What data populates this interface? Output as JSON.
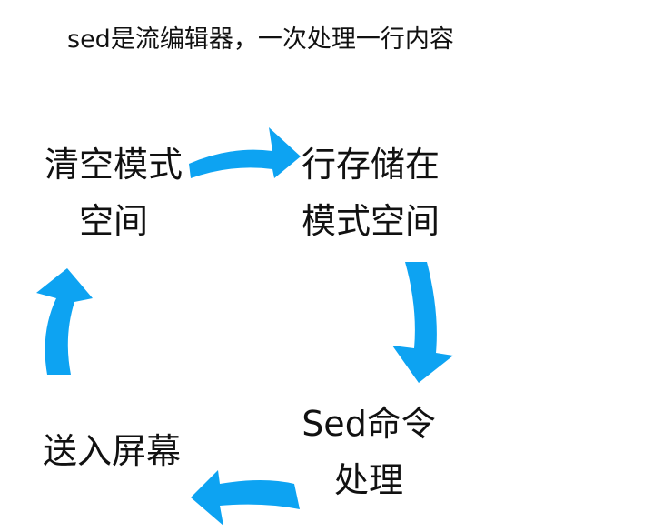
{
  "title": "sed是流编辑器，一次处理一行内容",
  "steps": [
    {
      "lines": [
        "清空模式",
        "空间"
      ]
    },
    {
      "lines": [
        "行存储在",
        "模式空间"
      ]
    },
    {
      "lines": [
        "Sed命令",
        "处理"
      ]
    },
    {
      "lines": [
        "送入屏幕"
      ]
    }
  ],
  "colors": {
    "arrow": "#0da3f2",
    "text": "#111111",
    "background": "#ffffff"
  },
  "icons": {
    "arrow_shape": "curved-arrow"
  }
}
